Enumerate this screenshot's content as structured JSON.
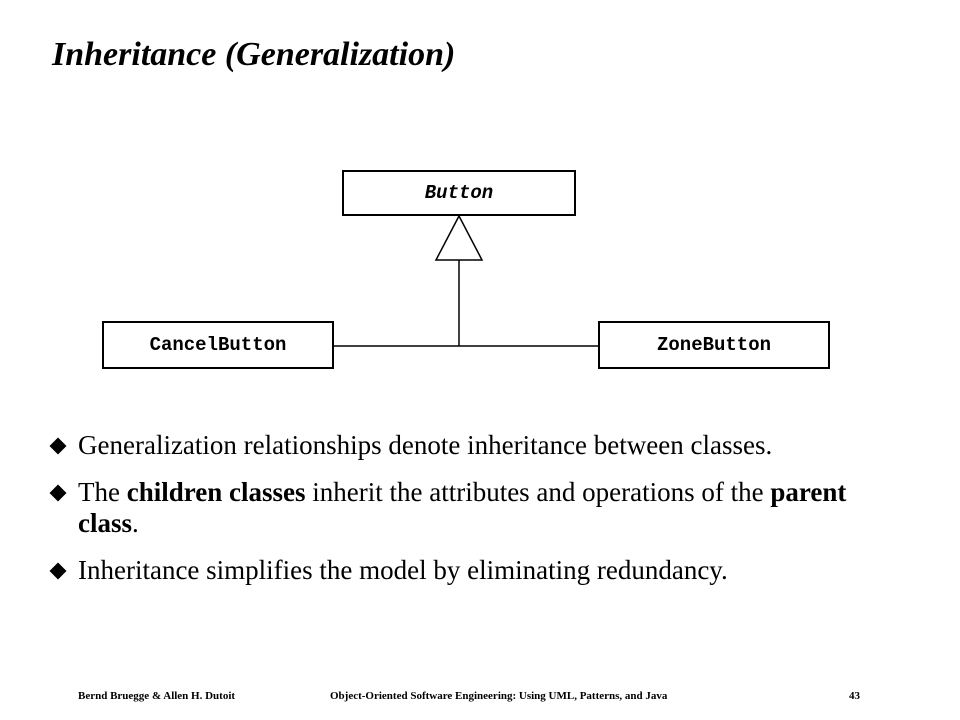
{
  "slide": {
    "title": "Inheritance (Generalization)"
  },
  "diagram": {
    "parent_class": "Button",
    "child_classes": [
      "CancelButton",
      "ZoneButton"
    ]
  },
  "bullets": [
    {
      "parts": [
        {
          "text": "Generalization relationships denote inheritance between classes.",
          "bold": false
        }
      ]
    },
    {
      "parts": [
        {
          "text": "The ",
          "bold": false
        },
        {
          "text": "children classes",
          "bold": true
        },
        {
          "text": " inherit the attributes and operations of the ",
          "bold": false
        },
        {
          "text": "parent class",
          "bold": true
        },
        {
          "text": ".",
          "bold": false
        }
      ]
    },
    {
      "parts": [
        {
          "text": "Inheritance simplifies the model by eliminating redundancy.",
          "bold": false
        }
      ]
    }
  ],
  "footer": {
    "authors": "Bernd Bruegge & Allen H. Dutoit",
    "book": "Object-Oriented Software Engineering: Using UML, Patterns, and Java",
    "page_number": "43"
  }
}
